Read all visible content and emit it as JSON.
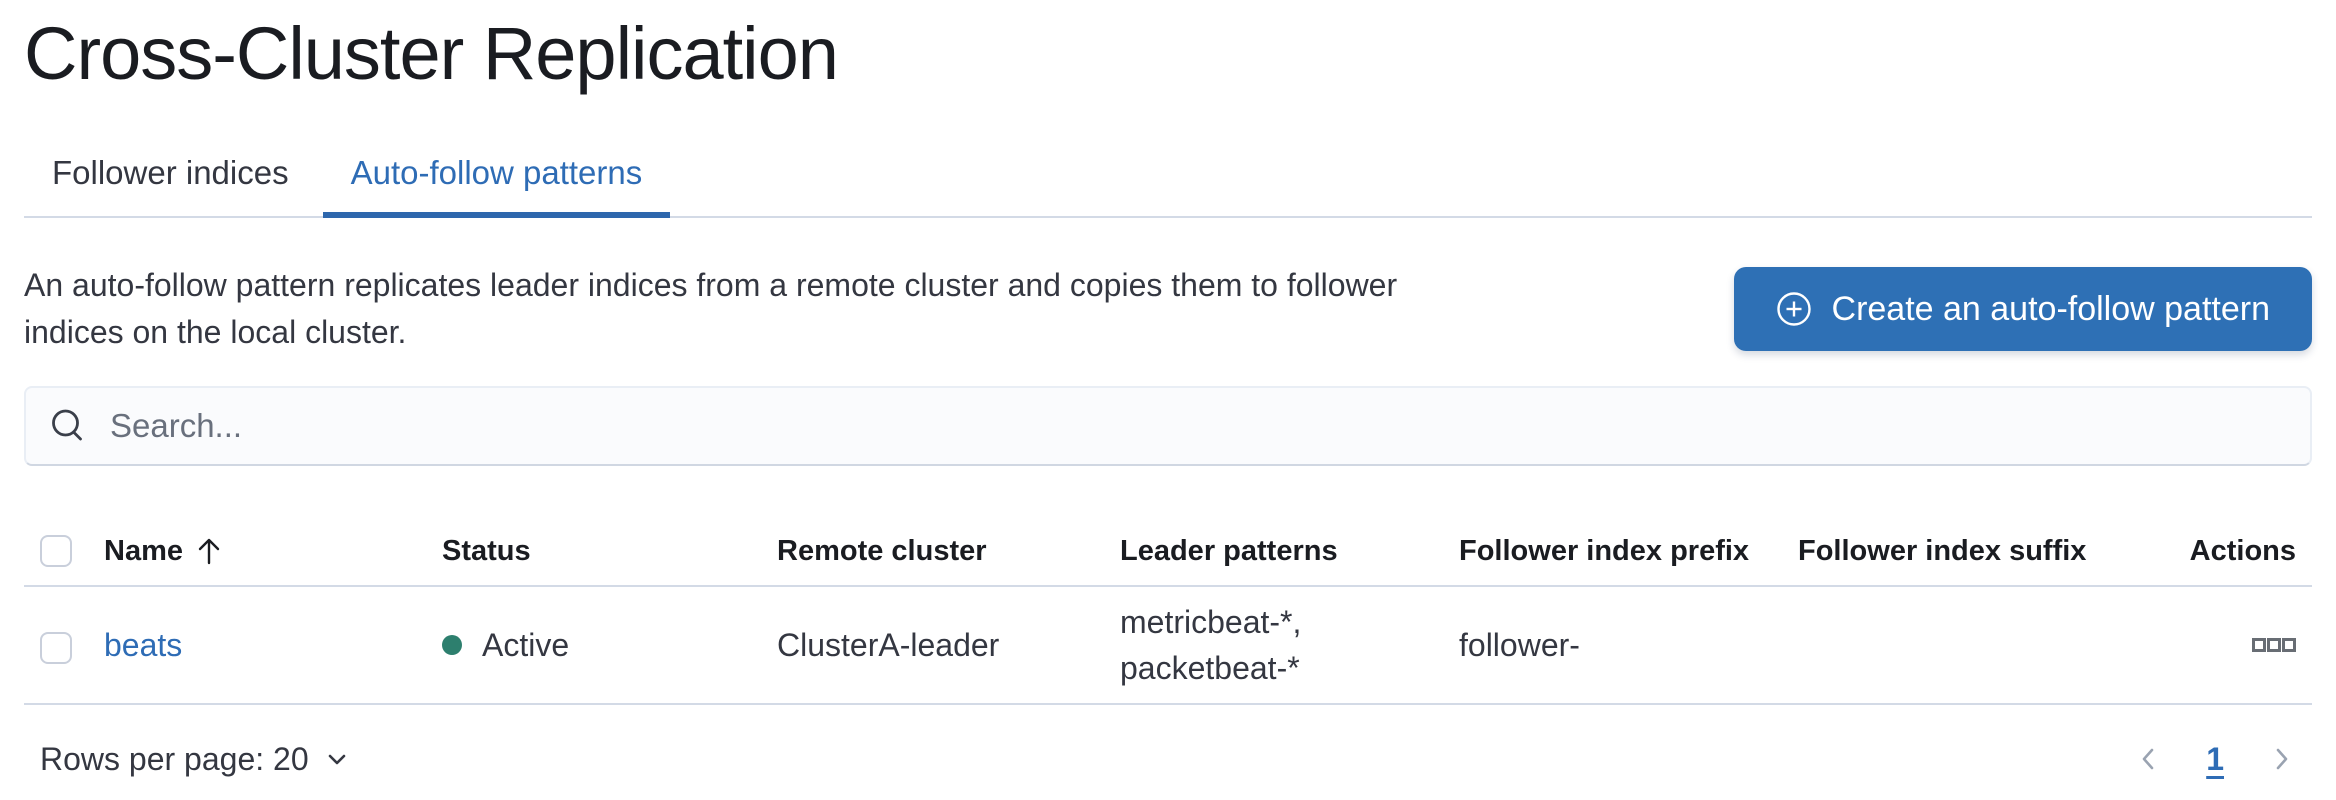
{
  "page": {
    "title": "Cross-Cluster Replication"
  },
  "tabs": [
    {
      "label": "Follower indices",
      "active": false
    },
    {
      "label": "Auto-follow patterns",
      "active": true
    }
  ],
  "intro": {
    "description": "An auto-follow pattern replicates leader indices from a remote cluster and copies them to follower indices on the local cluster.",
    "create_button": "Create an auto-follow pattern"
  },
  "search": {
    "placeholder": "Search...",
    "value": ""
  },
  "table": {
    "columns": [
      "Name",
      "Status",
      "Remote cluster",
      "Leader patterns",
      "Follower index prefix",
      "Follower index suffix",
      "Actions"
    ],
    "sort": {
      "column": "Name",
      "direction": "ascending"
    },
    "rows": [
      {
        "name": "beats",
        "status": "Active",
        "remote_cluster": "ClusterA-leader",
        "leader_patterns": "metricbeat-*, packetbeat-*",
        "follower_index_prefix": "follower-",
        "follower_index_suffix": ""
      }
    ]
  },
  "footer": {
    "rows_per_page_label": "Rows per page: 20",
    "current_page": "1"
  },
  "colors": {
    "primary_blue": "#2e70b5",
    "link_blue": "#2e6cb5",
    "tab_underline": "#2e67ad",
    "status_active_dot": "#2d7f6e",
    "border": "#d3dae6",
    "text_dark": "#1a1c21",
    "text_body": "#343741",
    "muted_gray": "#69707d",
    "pagination_arrow": "#9aa3b1"
  }
}
